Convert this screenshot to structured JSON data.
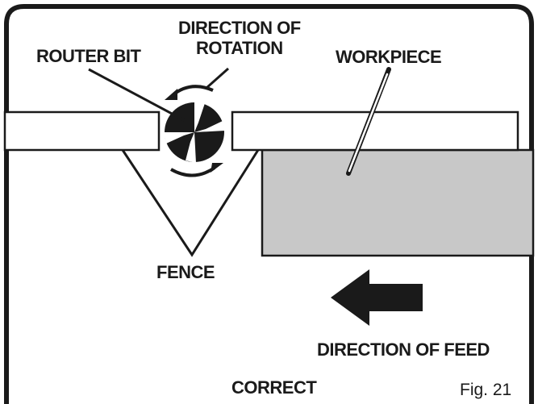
{
  "labels": {
    "router_bit": "ROUTER BIT",
    "direction_of_rotation_line1": "DIRECTION OF",
    "direction_of_rotation_line2": "ROTATION",
    "workpiece": "WORKPIECE",
    "fence": "FENCE",
    "direction_of_feed": "DIRECTION OF FEED",
    "correct": "CORRECT",
    "figure": "Fig. 21"
  },
  "colors": {
    "outline": "#1a1a1a",
    "workpiece_fill": "#c8c8c8",
    "background": "#ffffff"
  },
  "icons": {
    "router_bit": "router-bit-cutter-icon",
    "rotation_arrow": "curved-arrow-icon",
    "feed_arrow": "arrow-left-icon"
  }
}
